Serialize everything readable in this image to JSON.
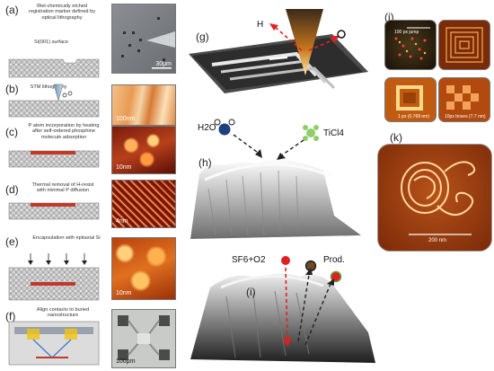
{
  "left": {
    "steps": [
      {
        "label": "(a)",
        "text": "Wet-chemically etched registration marker defined by optical lithography",
        "sub": "Si(001) surface",
        "scale": "30μm"
      },
      {
        "label": "(b)",
        "text": "STM lithography",
        "scale": "100nm"
      },
      {
        "label": "(c)",
        "text": "P atom incorporation by heating after self-ordered phosphine molecule adsorption",
        "scale": "10nm"
      },
      {
        "label": "(d)",
        "text": "Thermal removal of H-resist with minimal P diffusion",
        "scale": "4nm"
      },
      {
        "label": "(e)",
        "text": "Encapsulation with epitaxial Si",
        "scale": "10nm"
      },
      {
        "label": "(f)",
        "text": "Align contacts to buried nanostructure",
        "scale": "100μm"
      }
    ]
  },
  "middle": {
    "g": {
      "label": "(g)",
      "species": "H"
    },
    "h": {
      "label": "(h)",
      "left_species": "H2O",
      "right_species": "TiCl4"
    },
    "i": {
      "label": "(i)",
      "reactants": "SF6+O2",
      "products": "Prod."
    }
  },
  "right": {
    "j": {
      "label": "(j)",
      "tiles": [
        {
          "caption": "100 px jump"
        },
        {
          "caption": ""
        },
        {
          "caption": "1 px (0.768 nm)"
        },
        {
          "caption": "10px boxes (7.7 nm)"
        }
      ]
    },
    "k": {
      "label": "(k)",
      "scale": "200 nm"
    }
  }
}
